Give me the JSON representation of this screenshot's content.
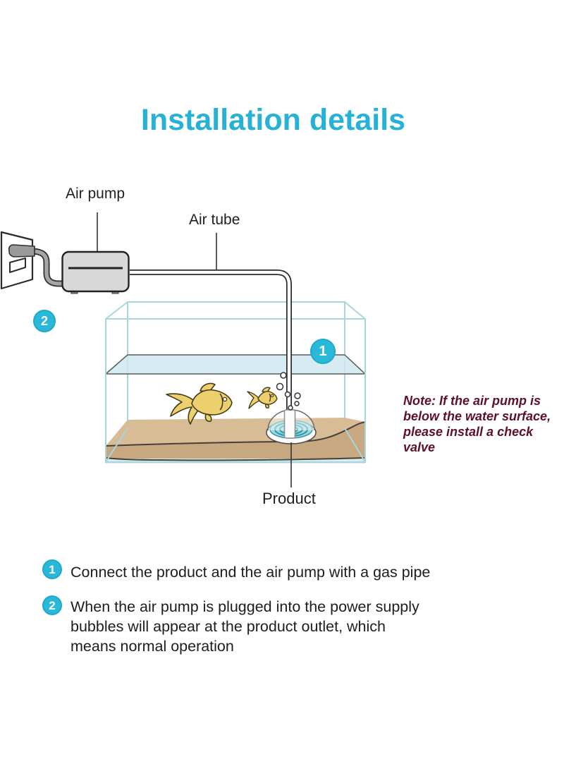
{
  "title": "Installation details",
  "colors": {
    "title_cyan": "#27b2d5",
    "badge_cyan": "#2ab8d9",
    "note_maroon": "#5d102b",
    "text_dark": "#1d1d1d",
    "tank_glass": "#a7d7dc",
    "water_fill": "#cfe9f0",
    "sand_top": "#d8bc96",
    "sand_front": "#c8a881",
    "fish_gold": "#ecd06e",
    "stone_cyan": "#2f95a8",
    "pump_gray": "#d8d8d8"
  },
  "diagram": {
    "air_pump_label": "Air pump",
    "air_tube_label": "Air tube",
    "product_label": "Product",
    "badge_1": "1",
    "badge_2": "2",
    "note_lines": [
      "Note: If the air pump is",
      "below the water surface,",
      "please install a check",
      "valve"
    ]
  },
  "instructions": [
    {
      "number": "1",
      "lines": [
        "Connect the product and the air pump with a gas pipe"
      ]
    },
    {
      "number": "2",
      "lines": [
        "When the air pump is plugged into the power supply",
        "bubbles will appear at the product outlet, which",
        "means normal operation"
      ]
    }
  ]
}
